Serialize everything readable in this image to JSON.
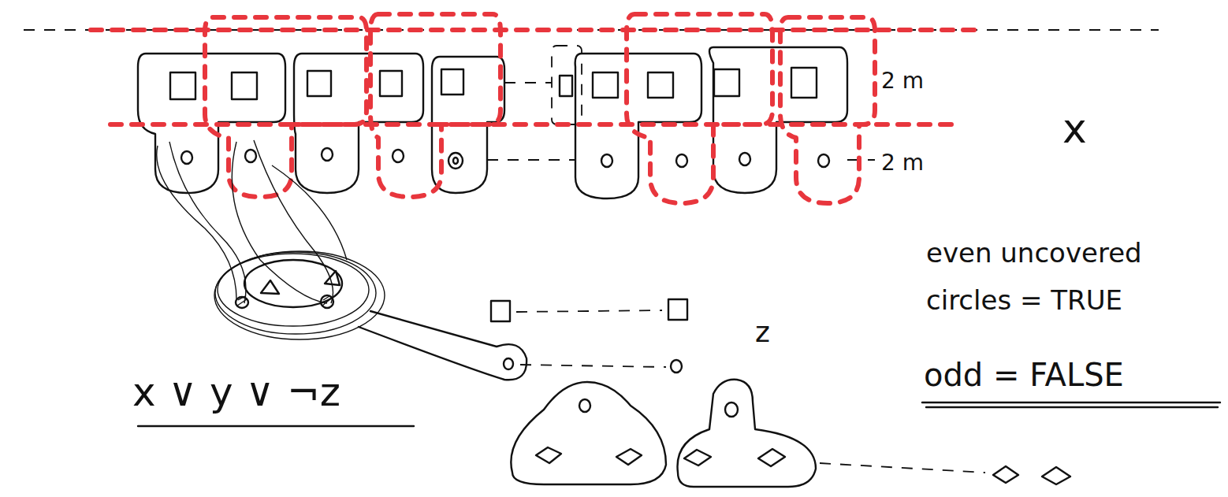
{
  "diagram": {
    "labels": [
      "2 m",
      "2 m",
      "x",
      "z",
      "x ∨ y ∨ ¬z",
      "even uncovered circles = TRUE",
      "odd = FALSE"
    ]
  }
}
